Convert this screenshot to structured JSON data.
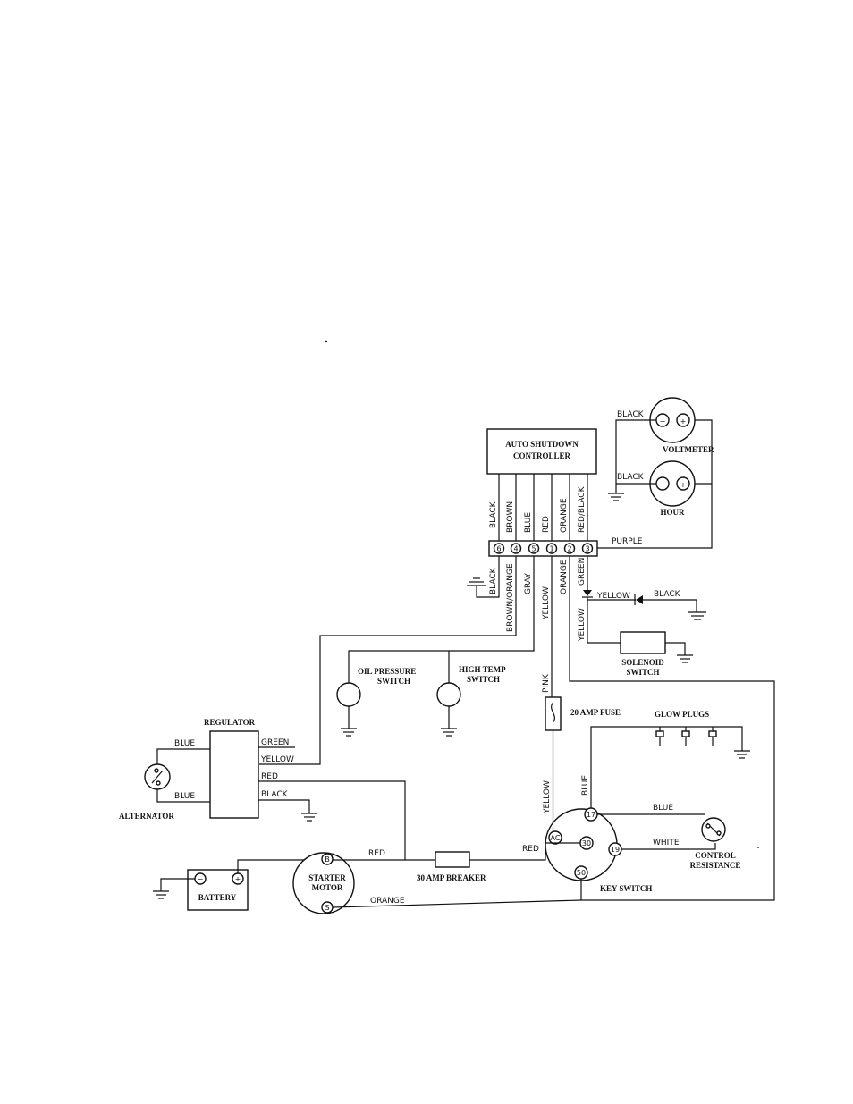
{
  "components": {
    "controller": [
      "AUTO SHUTDOWN",
      "CONTROLLER"
    ],
    "voltmeter": "VOLTMETER",
    "hour": "HOUR",
    "solenoid": [
      "SOLENOID",
      "SWITCH"
    ],
    "oil_pressure": [
      "OIL PRESSURE",
      "SWITCH"
    ],
    "high_temp": [
      "HIGH TEMP",
      "SWITCH"
    ],
    "fuse": "20 AMP FUSE",
    "glow_plugs": "GLOW PLUGS",
    "regulator": "REGULATOR",
    "alternator": "ALTERNATOR",
    "battery": "BATTERY",
    "starter": [
      "STARTER",
      "MOTOR"
    ],
    "breaker": "30 AMP BREAKER",
    "key_switch": "KEY SWITCH",
    "control_resistance": [
      "CONTROL",
      "RESISTANCE"
    ]
  },
  "terminals": {
    "strip": [
      "6",
      "4",
      "5",
      "1",
      "2",
      "3"
    ],
    "plus": "+",
    "minus": "−",
    "starter_b": "B",
    "starter_s": "S",
    "key_ac": "AC",
    "key_30": "30",
    "key_17": "17",
    "key_19": "19",
    "key_50": "50"
  },
  "wires": {
    "upper": [
      "BLACK",
      "BROWN",
      "BLUE",
      "RED",
      "ORANGE",
      "RED/BLACK"
    ],
    "lower": [
      "BLACK",
      "BROWN/ORANGE",
      "GRAY",
      "YELLOW",
      "ORANGE",
      "GREEN"
    ],
    "purple": "PURPLE",
    "volt_black": "BLACK",
    "hour_black": "BLACK",
    "diode_yellow": "YELLOW",
    "diode_black": "BLACK",
    "solenoid_yellow": "YELLOW",
    "pink": "PINK",
    "fuse_yellow": "YELLOW",
    "key_blue": "BLUE",
    "resist_blue": "BLUE",
    "resist_white": "WHITE",
    "reg_green": "GREEN",
    "reg_yellow": "YELLOW",
    "reg_red": "RED",
    "reg_black": "BLACK",
    "alt_blue_top": "BLUE",
    "alt_blue_bottom": "BLUE",
    "starter_red": "RED",
    "breaker_red": "RED",
    "starter_orange": "ORANGE"
  }
}
